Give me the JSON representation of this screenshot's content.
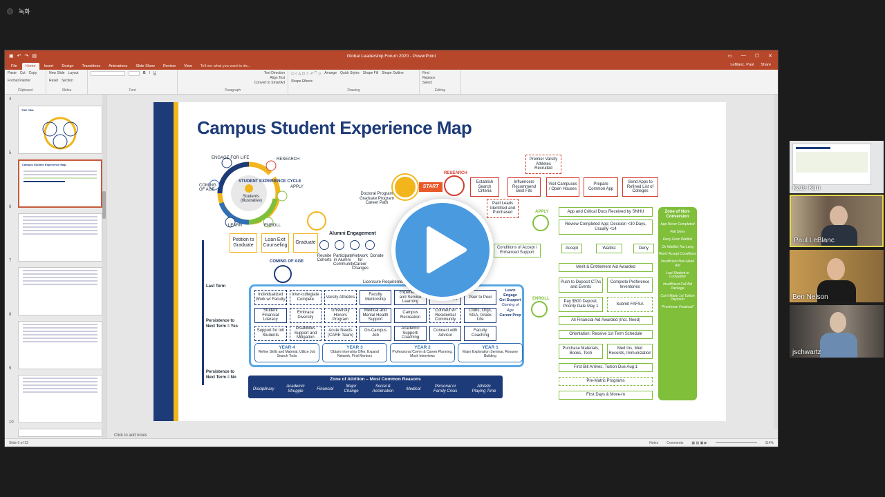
{
  "meeting": {
    "indicator_text": "녹화"
  },
  "ppt": {
    "window_title": "Global Leadership Forum 2020 - PowerPoint",
    "user": "LeBlanc, Paul",
    "share": "Share",
    "tabs": [
      "File",
      "Home",
      "Insert",
      "Design",
      "Transitions",
      "Animations",
      "Slide Show",
      "Review",
      "View"
    ],
    "active_tab": "Home",
    "tell_me": "Tell me what you want to do...",
    "ribbon_groups": [
      {
        "label": "Clipboard",
        "items": [
          "Paste",
          "Cut",
          "Copy",
          "Format Painter"
        ]
      },
      {
        "label": "Slides",
        "items": [
          "New Slide",
          "Layout",
          "Reset",
          "Section"
        ]
      },
      {
        "label": "Font",
        "items": []
      },
      {
        "label": "Paragraph",
        "items": [
          "Text Direction",
          "Align Text",
          "Convert to SmartArt"
        ]
      },
      {
        "label": "Drawing",
        "items": [
          "Arrange",
          "Quick Styles",
          "Shape Fill",
          "Shape Outline",
          "Shape Effects"
        ]
      },
      {
        "label": "Editing",
        "items": [
          "Find",
          "Replace",
          "Select"
        ]
      }
    ],
    "notes_placeholder": "Click to add notes",
    "status_left": "Slide 5 of 13",
    "status_notes": "Notes",
    "status_comments": "Comments",
    "zoom": "114%",
    "thumbnails": [
      {
        "num": "4",
        "title": "THE CBA"
      },
      {
        "num": "5",
        "title": "Campus Student Experience Map"
      },
      {
        "num": "6",
        "title": ""
      },
      {
        "num": "7",
        "title": ""
      },
      {
        "num": "8",
        "title": ""
      },
      {
        "num": "9",
        "title": ""
      },
      {
        "num": "10",
        "title": ""
      }
    ]
  },
  "slide": {
    "title": "Campus Student Experience Map",
    "cycle_labels": [
      "STUDENT EXPERIENCE CYCLE",
      "ENGAGE FOR LIFE",
      "RESEARCH",
      "APPLY",
      "ENROLL",
      "LEARN",
      "COMING OF AGE",
      "Students (Illustrative)"
    ],
    "start": "START",
    "research_label": "RESEARCH",
    "research": [
      "Establish Search Criteria",
      "Influencers Recommend Best Fits",
      "Visit Campuses / Open Houses",
      "Prepare Common App",
      "Send Apps to Refined List of Colleges"
    ],
    "premier": "Premier Varsity Athletes Recruited",
    "paid_leads": "Paid Leads Identified and Purchased",
    "apply_label": "APPLY",
    "apply": [
      "App and Critical Docs Received by SNHU",
      "Review Completed App; Decision <30 Days, Usually <14"
    ],
    "decisions": [
      "Accept",
      "Waitlist",
      "Deny"
    ],
    "conditions": "Conditions of Accept / Enhanced Support",
    "merit": "Merit & Entitlement Aid Awarded",
    "enroll_label": "ENROLL",
    "enroll": [
      "Push to Deposit CTAs and Events",
      "Complete Preference Inventories",
      "Pay $500 Deposit, Priority Date May 1",
      "Submit FAFSA",
      "All Financial Aid Awarded (Incl. Need)",
      "Orientation; Receive 1st Term Schedule",
      "Purchase Materials, Books, Tech",
      "Med Ins, Med Records, Immunization",
      "First Bill Arrives, Tuition Due Aug 1",
      "Pre-Matric Programs",
      "First Days & Move-In"
    ],
    "zone_title": "Zone of Non-Conversion",
    "zone_items": [
      "App Never Completed",
      "Flat Deny",
      "Deny From Waitlist",
      "On Waitlist Too Long",
      "Won't Accept Conditions",
      "Insufficient Non-Need Aid",
      "Lost Student to Competitor",
      "Insufficient Full Aid Package",
      "Can't Make 1st Tuition Payment",
      "\"Freshman Freakout\""
    ],
    "doctoral": "Doctoral Program Graduate Program Career Path",
    "alumni": "Alumni Engagement",
    "alumni_icons": [
      "Reunite Cohorts",
      "Participate in Alumni Community",
      "Network for Career Changes",
      "Donate"
    ],
    "grad_steps": [
      "Petition to Graduate",
      "Loan Exit Counseling",
      "Graduate"
    ],
    "coming_of_age": "COMING OF AGE",
    "licensure": "Licensure Requirements",
    "last_term": "Last Term",
    "persist_yes": "Persistence to Next Term = Yes",
    "persist_no": "Persistence to Next Term = No",
    "learn_side": [
      "Learn",
      "Engage",
      "Get Support",
      "Coming of Age",
      "Career Prep"
    ],
    "grid": [
      [
        "Individualized Work w/ Faculty",
        "Inter-collegiate Compete",
        "Varsity Athletics",
        "Faculty Mentorship",
        "Experiential and Service Learning",
        "Gen Hybrid Course Work",
        "Peer to Peer"
      ],
      [
        "Student Financial Literacy",
        "Embrace Diversity",
        "University Honors Program",
        "Medical and Mental Health Support",
        "Campus Recreation",
        "Connect w/ Residential Community",
        "Clubs, Orgs, SGA, Greek Life"
      ],
      [
        "Support for Intl Students",
        "Disabilities Support and Mitigation",
        "Acute Needs (CARE Team)",
        "On-Campus Job",
        "Academic Support/ Coaching",
        "Connect with Advisor",
        "Faculty Coaching"
      ]
    ],
    "years": [
      {
        "name": "YEAR 4",
        "text": "Refine Skills and Material, Utilize Job Search Tools"
      },
      {
        "name": "YEAR 3",
        "text": "Obtain Internship Offer, Expand Network, Find Mentors"
      },
      {
        "name": "YEAR 2",
        "text": "Professional Comm & Career Planning, Mock Interviews"
      },
      {
        "name": "YEAR 1",
        "text": "Major Exploration Seminar, Resume Building"
      }
    ],
    "attrition_title": "Zone of Attrition – Most Common Reasons",
    "attrition": [
      "Disciplinary",
      "Academic Struggle",
      "Financial",
      "Major Change",
      "Social & Acclimation",
      "Medical",
      "Personal or Family Crisis",
      "Athletic Playing Time"
    ]
  },
  "participants": [
    {
      "name": "Kate Kim",
      "bg": "#cfd6dc"
    },
    {
      "name": "Paul LeBlanc",
      "bg": "#6b5a4a"
    },
    {
      "name": "Ben Nelson",
      "bg": "#8a6a3a"
    },
    {
      "name": "jschwartz",
      "bg": "#5f5a55"
    }
  ],
  "colors": {
    "ppt_accent": "#b7472a",
    "navy": "#1d3b78",
    "gold": "#f2b61c",
    "green": "#7fbf3a",
    "red": "#d23a2a",
    "play": "#4a9ae0"
  }
}
